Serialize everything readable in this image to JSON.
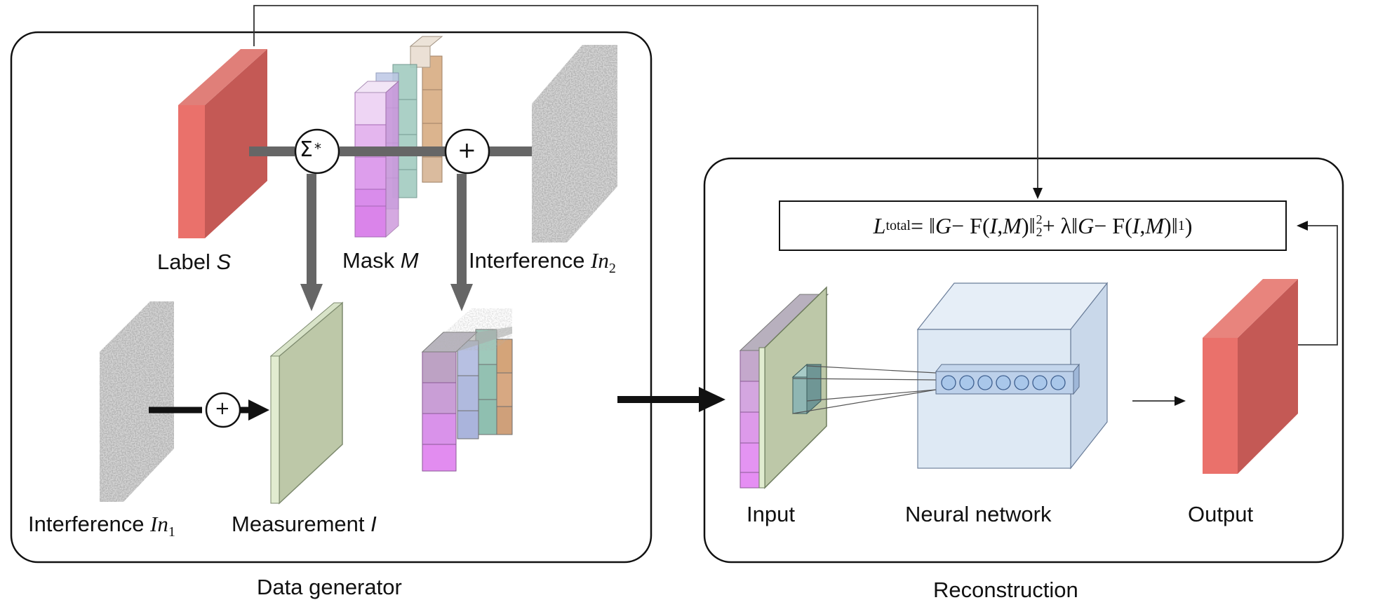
{
  "panels": {
    "left_caption": "Data generator",
    "right_caption": "Reconstruction"
  },
  "labels": {
    "label_prefix": "Label ",
    "label_var": "S",
    "mask_prefix": "Mask ",
    "mask_var": "M",
    "interf2_prefix": "Interference ",
    "interf2_var": "In",
    "interf2_sub": "2",
    "interf1_prefix": "Interference ",
    "interf1_var": "In",
    "interf1_sub": "1",
    "measurement_prefix": "Measurement ",
    "measurement_var": "I",
    "input": "Input",
    "neural_network": "Neural network",
    "output": "Output"
  },
  "operators": {
    "sum_symbol": "Σ",
    "sum_star": "*",
    "plus_top": "+",
    "plus_bottom": "+"
  },
  "formula": {
    "L": "L",
    "L_sub": "total",
    "eq": " = ‖",
    "G1": "G",
    "minus1": " − F(",
    "I1": "I",
    "comma1": ", ",
    "M1": "M",
    "close1": ")‖",
    "sub1": "2",
    "sup1": "2",
    "plus_lambda": " + λ‖",
    "G2": "G",
    "minus2": " − F(",
    "I2": "I",
    "comma2": ", ",
    "M2": "M",
    "close2": ")‖",
    "sub2": "1",
    "tail": ")"
  },
  "colors": {
    "red_front": "#e9706a",
    "red_side": "#c95c57",
    "measurement_green": "#bcc8a6",
    "nn_blue": "#dbe6f2",
    "node_blue": "#a9c7ea",
    "mask_pink": "#e6a3f2",
    "mask_green": "#a7d0c3",
    "mask_brown": "#d6a77d"
  }
}
